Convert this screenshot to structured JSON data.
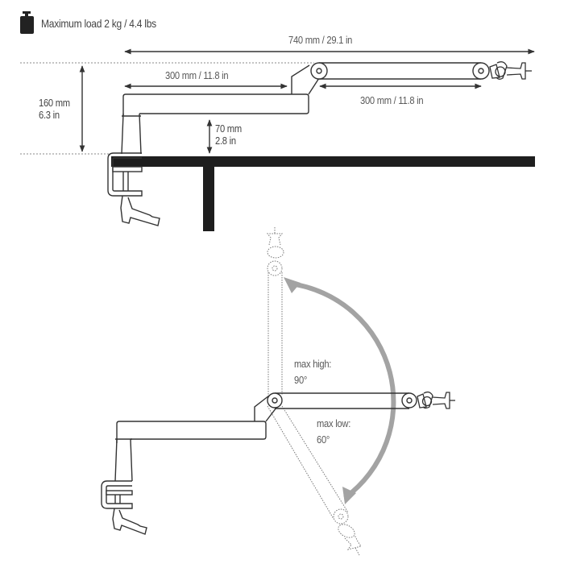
{
  "header": {
    "weight_icon": "weight-icon",
    "max_load_label": "Maximum load 2 kg / 4.4 lbs"
  },
  "top_diagram": {
    "total_reach": "740 mm / 29.1 in",
    "lower_arm_length": "300 mm / 11.8 in",
    "upper_arm_length": "300 mm / 11.8 in",
    "height_mm": "160 mm",
    "height_in": "6.3 in",
    "clearance_mm": "70 mm",
    "clearance_in": "2.8 in"
  },
  "bottom_diagram": {
    "max_high_label": "max high:",
    "max_high_value": "90°",
    "max_low_label": "max low:",
    "max_low_value": "60°"
  },
  "colors": {
    "line": "#333333",
    "table": "#1e1e1e",
    "arc": "#a3a3a3",
    "text": "#444444",
    "dotted": "#8a8a8a"
  }
}
